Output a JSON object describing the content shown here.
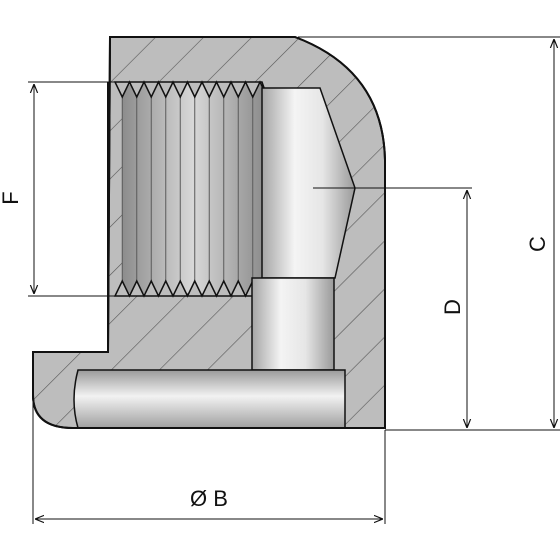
{
  "drawing": {
    "labels": {
      "F": "F",
      "C": "C",
      "D": "D",
      "B": "Ø B"
    },
    "colors": {
      "metal": "#bdbdbd",
      "hatch": "#555555",
      "outline": "#111111",
      "bore_light": "#f2f2f2",
      "bore_dark": "#9e9e9e"
    }
  }
}
